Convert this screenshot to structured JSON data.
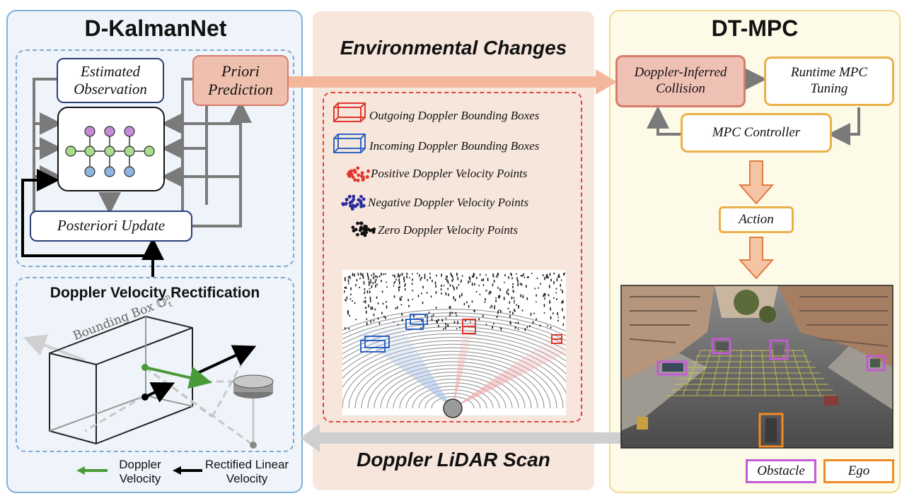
{
  "left": {
    "title": "D-KalmanNet",
    "estimated_observation": "Estimated Observation",
    "priori_prediction": "Priori Prediction",
    "posteriori_update": "Posteriori Update",
    "rectification_title": "Doppler Velocity Rectification",
    "bbox_label": "Bounding Box 𝕆",
    "bbox_sup": "n",
    "bbox_sub": "t",
    "legend_doppler": "Doppler Velocity",
    "legend_rectified": "Rectified Linear Velocity"
  },
  "middle": {
    "title": "Environmental Changes",
    "bottom_title": "Doppler LiDAR Scan",
    "legend": [
      {
        "icon": "red-box-icon",
        "label": "Outgoing Doppler Bounding Boxes"
      },
      {
        "icon": "blue-box-icon",
        "label": "Incoming Doppler Bounding Boxes"
      },
      {
        "icon": "red-points-icon",
        "label": "Positive Doppler Velocity Points"
      },
      {
        "icon": "blue-points-icon",
        "label": "Negative Doppler Velocity Points"
      },
      {
        "icon": "black-points-icon",
        "label": "Zero Doppler Velocity Points"
      }
    ]
  },
  "right": {
    "title": "DT-MPC",
    "collision": "Doppler-Inferred Collision",
    "tuning": "Runtime MPC Tuning",
    "controller": "MPC Controller",
    "action": "Action",
    "legend_obstacle": "Obstacle",
    "legend_ego": "Ego"
  },
  "colors": {
    "left_bg": "#eef4fa",
    "left_border": "#7fb0d8",
    "mid_bg": "#f7e6dc",
    "right_bg": "#fdfbe8",
    "right_border": "#f0d98a",
    "salmon": "#f2b99f",
    "pink_box": "#efc1b5",
    "orange": "#eab04a",
    "obstacle": "#c25bd1",
    "ego": "#f08a24",
    "doppler": "#4a9a3a"
  }
}
